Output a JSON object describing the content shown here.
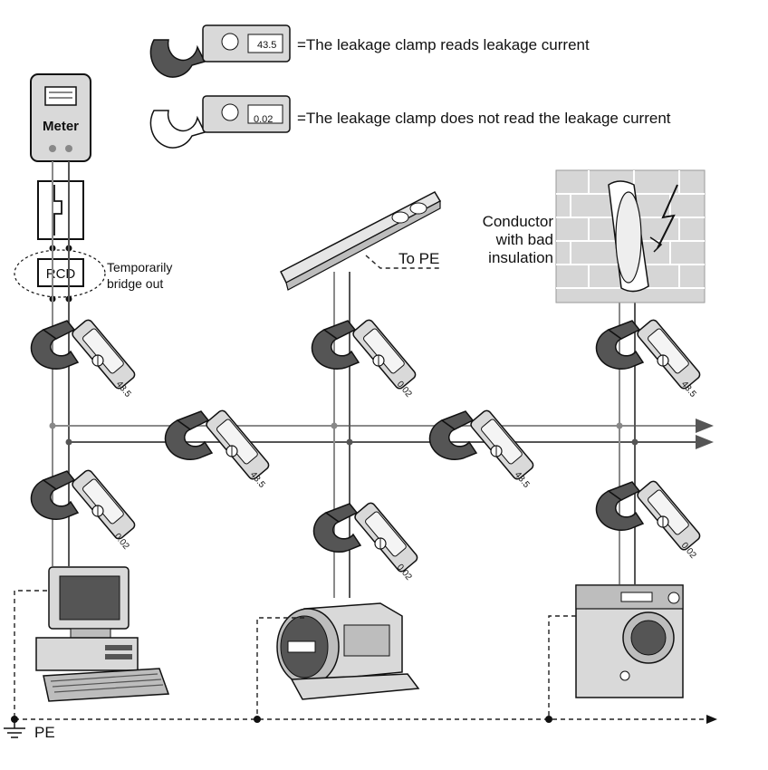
{
  "legend": {
    "reads": "=The leakage clamp reads leakage current",
    "not_reads": "=The leakage clamp does not read the leakage current",
    "reads_display": "43.5",
    "not_reads_display": "0.02"
  },
  "meter": {
    "label": "Meter"
  },
  "rcd": {
    "label": "RCD",
    "note_line1": "Temporarily",
    "note_line2": "bridge out"
  },
  "lamp": {
    "note": "To PE"
  },
  "fault": {
    "line1": "Conductor",
    "line2": "with bad",
    "line3": "insulation"
  },
  "clamps": [
    {
      "display": "43.5"
    },
    {
      "display": "0.02"
    },
    {
      "display": "43.5"
    },
    {
      "display": "43.5"
    },
    {
      "display": "43.5"
    },
    {
      "display": "0.02"
    },
    {
      "display": "0.02"
    },
    {
      "display": "0.02"
    }
  ],
  "ground": {
    "label": "PE"
  },
  "colors": {
    "line": "#111111",
    "wire": "#8a8a8a",
    "device_fill": "#d9d9d9",
    "dark_fill": "#555555"
  }
}
